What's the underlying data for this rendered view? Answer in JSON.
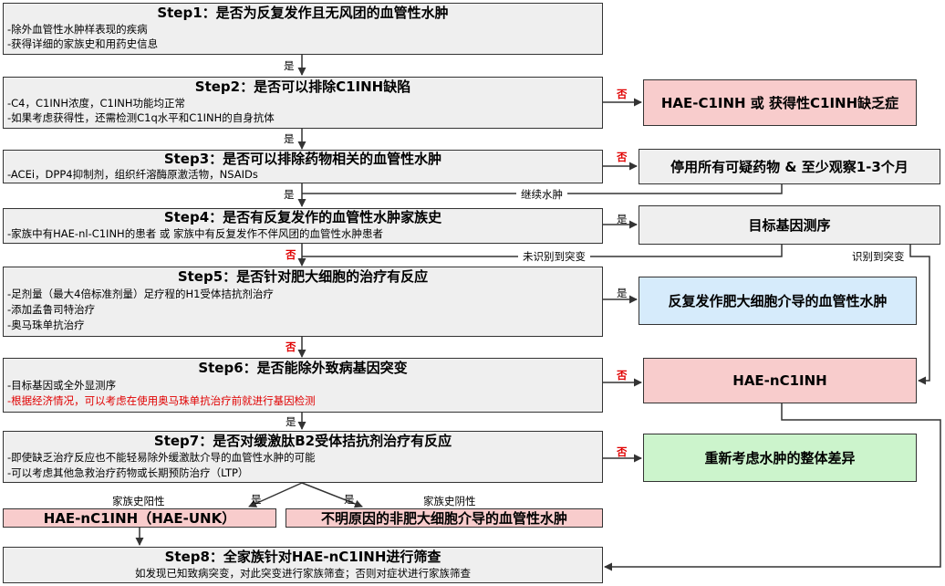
{
  "steps": {
    "step1": {
      "title": "Step1：是否为反复发作且无风团的血管性水肿",
      "lines": [
        "-除外血管性水肿样表现的疾病",
        "-获得详细的家族史和用药史信息"
      ]
    },
    "step2": {
      "title": "Step2：是否可以排除C1INH缺陷",
      "lines": [
        "-C4，C1INH浓度，C1INH功能均正常",
        "-如果考虑获得性，还需检测C1q水平和C1INH的自身抗体"
      ]
    },
    "step3": {
      "title": "Step3：是否可以排除药物相关的血管性水肿",
      "lines": [
        "-ACEi，DPP4抑制剂，组织纤溶酶原激活物，NSAIDs"
      ]
    },
    "step4": {
      "title": "Step4：是否有反复发作的血管性水肿家族史",
      "lines": [
        "-家族中有HAE-nl-C1INH的患者 或 家族中有反复发作不伴风团的血管性水肿患者"
      ]
    },
    "step5": {
      "title": "Step5：是否针对肥大细胞的治疗有反应",
      "lines": [
        "-足剂量（最大4倍标准剂量）足疗程的H1受体拮抗剂治疗",
        "-添加孟鲁司特治疗",
        "-奥马珠单抗治疗"
      ]
    },
    "step6": {
      "title": "Step6：是否能除外致病基因突变",
      "lines": [
        "-目标基因或全外显测序"
      ],
      "red_line": "-根据经济情况，可以考虑在使用奥马珠单抗治疗前就进行基因检测"
    },
    "step7": {
      "title": "Step7：是否对缓激肽B2受体拮抗剂治疗有反应",
      "lines": [
        "-即使缺乏治疗反应也不能轻易除外缓激肽介导的血管性水肿的可能",
        "-可以考虑其他急救治疗药物或长期预防治疗（LTP）"
      ]
    },
    "step8": {
      "title": "Step8：全家族针对HAE-nC1INH进行筛查",
      "subtitle": "如发现已知致病突变，对此突变进行家族筛查；否则对症状进行家族筛查"
    }
  },
  "results": {
    "r2": "HAE-C1INH 或 获得性C1INH缺乏症",
    "r3": "停用所有可疑药物 & 至少观察1-3个月",
    "r4": "目标基因测序",
    "r5": "反复发作肥大细胞介导的血管性水肿",
    "r6": "HAE-nC1INH",
    "r7": "重新考虑水肿的整体差异",
    "left": "HAE-nC1INH（HAE-UNK）",
    "right": "不明原因的非肥大细胞介导的血管性水肿"
  },
  "labels": {
    "yes": "是",
    "no": "否",
    "continue_edema": "继续水肿",
    "mutation_not_found": "未识别到突变",
    "mutation_found": "识别到突变",
    "family_positive": "家族史阳性",
    "family_negative": "家族史阴性"
  },
  "colors": {
    "step_fill": "#efefef",
    "pink_fill": "#f8cccc",
    "blue_fill": "#d6ebfb",
    "green_fill": "#ccf4cc",
    "no_label": "#e00000",
    "line": "#333333"
  }
}
